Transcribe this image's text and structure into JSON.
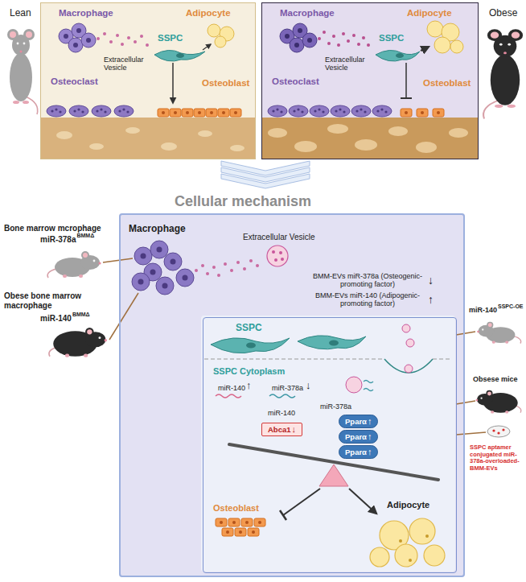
{
  "diagram": {
    "nodes": [
      {
        "text": [
          "Macrophage",
          "Adipocyte",
          "Extracellular Vesicle",
          "SSPC",
          "Osteoclast",
          "Osteoblast"
        ]
      },
      {
        "text": [
          "Macrophage",
          "Adipocyte",
          "Extracellular Vesicle",
          "SSPC",
          "Osteoclast",
          "Osteoblast"
        ]
      },
      {
        "text": [
          "Cellular mechanism",
          "Macrophage",
          "Extracellular Vesicle",
          "BMM-EVs miR-378a (Osteogenic-promoting factor)",
          "↓",
          "BMM-EVs miR-140 (Adipogenic-promoting factor)",
          "↑"
        ]
      },
      {
        "text": [
          "SSPC",
          "SSPC Cytoplasm",
          "miR-140",
          "↑",
          "miR-378a",
          "↓",
          "miR-378a",
          "miR-140",
          "Osteoblast",
          "Adipocyte"
        ],
        "in": 2
      },
      {
        "text": [
          "Abca1",
          "↓"
        ],
        "in": 3
      },
      {
        "text": [
          "Pparα",
          "↑"
        ],
        "in": 3
      },
      {
        "text": [
          "Pparα",
          "↑"
        ],
        "in": 3
      },
      {
        "text": [
          "Pparα",
          "↑"
        ],
        "in": 3
      }
    ],
    "labels": [
      "Lean",
      "Obese",
      "Bone marrow mcrophage",
      "miR-378a",
      "BMMΔ",
      "Obese bone marrow macrophage",
      "miR-140",
      "BMMΔ",
      "miR-140",
      "SSPC-OE",
      "Obsese mice",
      "SSPC aptamer conjugated miR-378a-overloaded-BMM-EVs"
    ]
  }
}
